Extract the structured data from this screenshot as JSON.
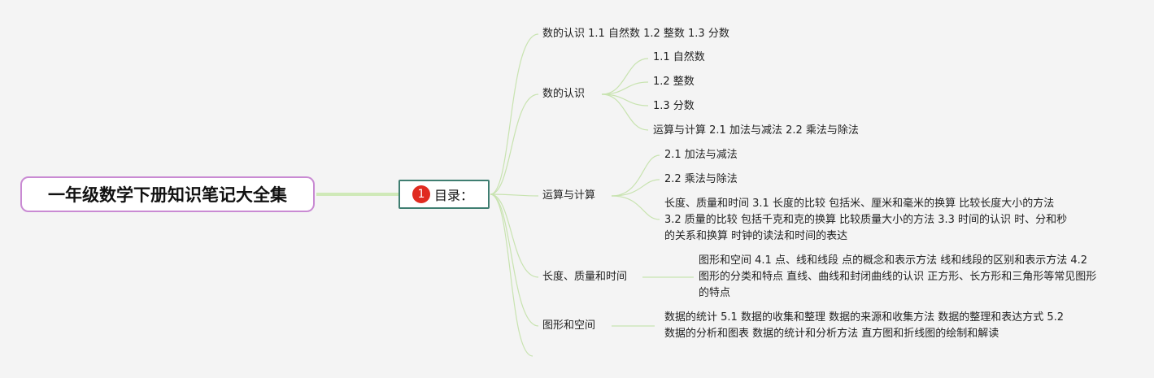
{
  "root": {
    "title": "一年级数学下册知识笔记大全集"
  },
  "toc": {
    "badge": "1",
    "label": "目录："
  },
  "branches": {
    "summary": "数的认识 1.1 自然数 1.2 整数 1.3 分数",
    "numbers": {
      "label": "数的认识",
      "children": [
        "1.1 自然数",
        "1.2 整数",
        "1.3 分数",
        "运算与计算 2.1 加法与减法 2.2 乘法与除法"
      ]
    },
    "calc": {
      "label": "运算与计算",
      "children": [
        "2.1 加法与减法",
        "2.2 乘法与除法",
        "长度、质量和时间 3.1 长度的比较 包括米、厘米和毫米的换算 比较长度大小的方法 3.2 质量的比较 包括千克和克的换算 比较质量大小的方法 3.3 时间的认识 时、分和秒的关系和换算 时钟的读法和时间的表达"
      ]
    },
    "measure": {
      "label": "长度、质量和时间",
      "children": [
        "图形和空间 4.1 点、线和线段 点的概念和表示方法 线和线段的区别和表示方法 4.2 图形的分类和特点 直线、曲线和封闭曲线的认识 正方形、长方形和三角形等常见图形的特点"
      ]
    },
    "shapes": {
      "label": "图形和空间",
      "children": [
        "数据的统计 5.1 数据的收集和整理 数据的来源和收集方法 数据的整理和表达方式 5.2 数据的分析和图表 数据的统计和分析方法 直方图和折线图的绘制和解读"
      ]
    }
  },
  "colors": {
    "root_border": "#c98ad3",
    "toc_border": "#3f7e71",
    "root_link": "#cfe9b8",
    "branch_link": "#c8e3b0",
    "badge": "#e02b20"
  }
}
